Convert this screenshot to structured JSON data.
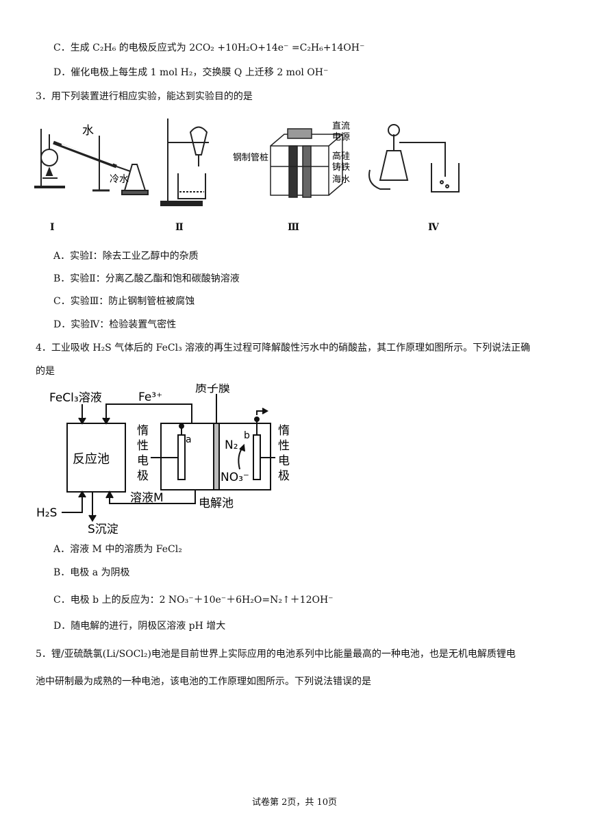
{
  "q2": {
    "option_c": "C．生成 C₂H₆ 的电极反应式为 2CO₂ +10H₂O+14e⁻ =C₂H₆+14OH⁻",
    "option_d": "D．催化电极上每生成 1 mol H₂，交换膜 Q 上迁移 2 mol OH⁻"
  },
  "q3": {
    "stem": "3．用下列装置进行相应实验，能达到实验目的的是",
    "fig_labels": {
      "water": "水",
      "cold_water": "冷水",
      "steel_pile": "钢制管桩",
      "dc_power_1": "直流",
      "dc_power_2": "电源",
      "high_si_1": "高硅",
      "high_si_2": "铸铁",
      "seawater": "海水",
      "roman_1": "Ⅰ",
      "roman_2": "Ⅱ",
      "roman_3": "Ⅲ",
      "roman_4": "Ⅳ"
    },
    "option_a": "A．实验Ⅰ：除去工业乙醇中的杂质",
    "option_b": "B．实验Ⅱ：分离乙酸乙酯和饱和碳酸钠溶液",
    "option_c": "C．实验Ⅲ：防止钢制管桩被腐蚀",
    "option_d": "D．实验Ⅳ：检验装置气密性"
  },
  "q4": {
    "stem_1": "4．工业吸收 H₂S 气体后的 FeCl₃ 溶液的再生过程可降解酸性污水中的硝酸盐，其工作原理如图所示。下列说法正确",
    "stem_2": "的是",
    "fig_labels": {
      "fecl3": "FeCl₃溶液",
      "fe3": "Fe³⁺",
      "membrane": "质子膜",
      "reactor": "反应池",
      "inert_left_1": "惰",
      "inert_left_2": "性",
      "inert_left_3": "电",
      "inert_left_4": "极",
      "inert_right_1": "惰",
      "inert_right_2": "性",
      "inert_right_3": "电",
      "inert_right_4": "极",
      "electrode_a": "a",
      "electrode_b": "b",
      "n2": "N₂",
      "no3": "NO₃⁻",
      "h2s": "H₂S",
      "sulfur": "S沉淀",
      "solution_m": "溶液M",
      "electrolyzer": "电解池"
    },
    "option_a": "A．溶液 M 中的溶质为 FeCl₂",
    "option_b": "B．电极 a 为阴极",
    "option_c": "C．电极 b 上的反应为：2 NO₃⁻＋10e⁻＋6H₂O=N₂↑＋12OH⁻",
    "option_d": "D．随电解的进行，阴极区溶液 pH 增大"
  },
  "q5": {
    "stem_1": "5．锂/亚硫酰氯(Li/SOCl₂)电池是目前世界上实际应用的电池系列中比能量最高的一种电池，也是无机电解质锂电",
    "stem_2": "池中研制最为成熟的一种电池，该电池的工作原理如图所示。下列说法错误的是"
  },
  "footer": "试卷第 2页，共 10页"
}
